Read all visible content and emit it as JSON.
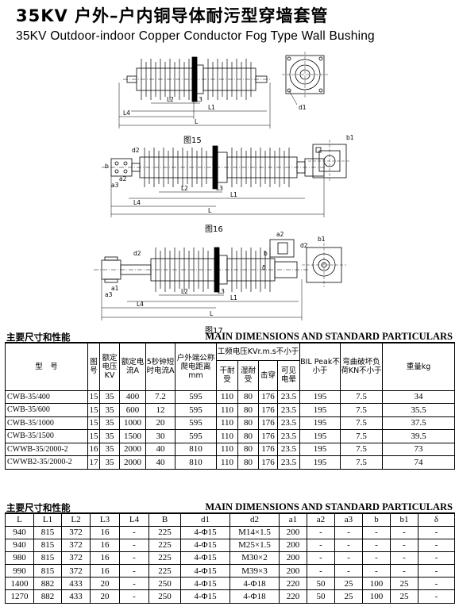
{
  "title": {
    "cn": "35KV 户外–户内铜导体耐污型穿墙套管",
    "en": "35KV Outdoor-indoor Copper Conductor Fog Type Wall Bushing"
  },
  "figures": [
    {
      "caption": "图15",
      "labels": [
        "L2",
        "L3",
        "L1",
        "L4",
        "L",
        "d1"
      ]
    },
    {
      "caption": "图16",
      "labels": [
        "d2",
        "a2",
        "a3",
        "b",
        "b1",
        "L2",
        "L3",
        "L1",
        "L4",
        "L"
      ]
    },
    {
      "caption": "图17",
      "labels": [
        "d2",
        "a1",
        "a3",
        "a2",
        "b",
        "b1",
        "δ",
        "d2",
        "L2",
        "L3",
        "L1",
        "L4",
        "L"
      ]
    }
  ],
  "section1": {
    "cn": "主要尺寸和性能",
    "en": "MAIN DIMENSIONS AND STANDARD PARTICULARS"
  },
  "table1": {
    "headers": {
      "model": "型　号",
      "fig": "图号",
      "rated_voltage": "额定电压KV",
      "rated_current": "额定电流A",
      "short_time": "5秒钟短时电流A",
      "creepage": "户外端公称爬电距离mm",
      "power_freq": "工频电压KVr.m.s不小于",
      "dry": "干耐受",
      "wet": "湿耐受",
      "puncture": "击穿",
      "visible": "可见电晕",
      "bil": "BIL Peak不小于",
      "bending": "弯曲破坏负荷KN不小于",
      "weight": "重量kg"
    },
    "rows": [
      [
        "CWB-35/400",
        "15",
        "35",
        "400",
        "7.2",
        "595",
        "110",
        "80",
        "176",
        "23.5",
        "195",
        "7.5",
        "34"
      ],
      [
        "CWB-35/600",
        "15",
        "35",
        "600",
        "12",
        "595",
        "110",
        "80",
        "176",
        "23.5",
        "195",
        "7.5",
        "35.5"
      ],
      [
        "CWB-35/1000",
        "15",
        "35",
        "1000",
        "20",
        "595",
        "110",
        "80",
        "176",
        "23.5",
        "195",
        "7.5",
        "37.5"
      ],
      [
        "CWB-35/1500",
        "15",
        "35",
        "1500",
        "30",
        "595",
        "110",
        "80",
        "176",
        "23.5",
        "195",
        "7.5",
        "39.5"
      ],
      [
        "CWWB-35/2000-2",
        "16",
        "35",
        "2000",
        "40",
        "810",
        "110",
        "80",
        "176",
        "23.5",
        "195",
        "7.5",
        "73"
      ],
      [
        "CWWB2-35/2000-2",
        "17",
        "35",
        "2000",
        "40",
        "810",
        "110",
        "80",
        "176",
        "23.5",
        "195",
        "7.5",
        "74"
      ]
    ]
  },
  "section2": {
    "cn": "主要尺寸和性能",
    "en": "MAIN DIMENSIONS AND STANDARD PARTICULARS"
  },
  "table2": {
    "headers": [
      "L",
      "L1",
      "L2",
      "L3",
      "L4",
      "B",
      "d1",
      "d2",
      "a1",
      "a2",
      "a3",
      "b",
      "b1",
      "δ"
    ],
    "rows": [
      [
        "940",
        "815",
        "372",
        "16",
        "-",
        "225",
        "4-Φ15",
        "M14×1.5",
        "200",
        "-",
        "-",
        "-",
        "-",
        "-"
      ],
      [
        "940",
        "815",
        "372",
        "16",
        "-",
        "225",
        "4-Φ15",
        "M25×1.5",
        "200",
        "-",
        "-",
        "-",
        "-",
        "-"
      ],
      [
        "980",
        "815",
        "372",
        "16",
        "-",
        "225",
        "4-Φ15",
        "M30×2",
        "200",
        "-",
        "-",
        "-",
        "-",
        "-"
      ],
      [
        "990",
        "815",
        "372",
        "16",
        "-",
        "225",
        "4-Φ15",
        "M39×3",
        "200",
        "-",
        "-",
        "-",
        "-",
        "-"
      ],
      [
        "1400",
        "882",
        "433",
        "20",
        "-",
        "250",
        "4-Φ15",
        "4-Φ18",
        "220",
        "50",
        "25",
        "100",
        "25",
        "-"
      ],
      [
        "1270",
        "882",
        "433",
        "20",
        "-",
        "250",
        "4-Φ15",
        "4-Φ18",
        "220",
        "50",
        "25",
        "100",
        "25",
        "-"
      ]
    ]
  }
}
